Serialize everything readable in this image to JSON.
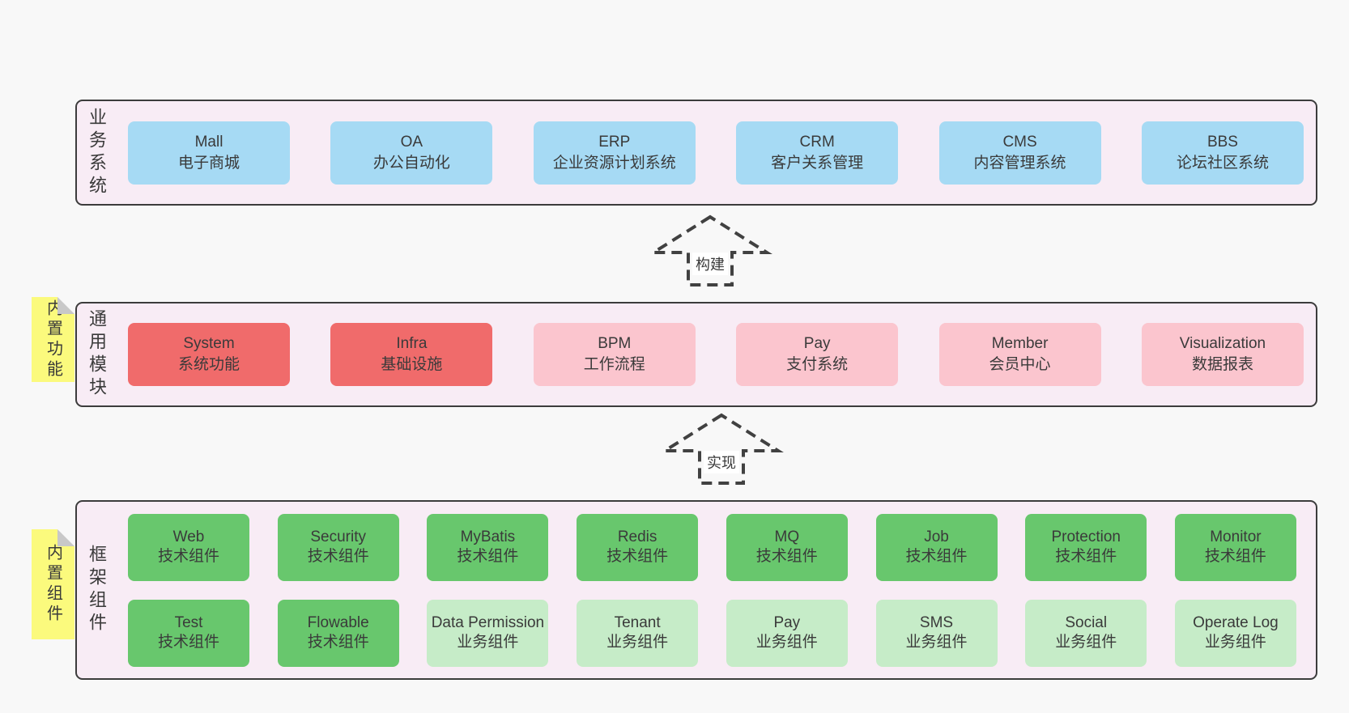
{
  "colors": {
    "page_bg": "#f8f8f8",
    "panel_bg": "#f8ecf5",
    "panel_border": "#3c3c3c",
    "blue": "#a6daf4",
    "red": "#f06b6b",
    "pink": "#fbc5ce",
    "green": "#68c76d",
    "light_green": "#c6ecc8",
    "sticky_yellow": "#fbfa7d",
    "fold_gray": "#c8c8c8",
    "text": "#3a3a3a"
  },
  "sections": {
    "business": {
      "label": "业务系统",
      "boxes": [
        {
          "name": "Mall",
          "desc": "电子商城",
          "variant": "blue"
        },
        {
          "name": "OA",
          "desc": "办公自动化",
          "variant": "blue"
        },
        {
          "name": "ERP",
          "desc": "企业资源计划系统",
          "variant": "blue"
        },
        {
          "name": "CRM",
          "desc": "客户关系管理",
          "variant": "blue"
        },
        {
          "name": "CMS",
          "desc": "内容管理系统",
          "variant": "blue"
        },
        {
          "name": "BBS",
          "desc": "论坛社区系统",
          "variant": "blue"
        }
      ]
    },
    "modules": {
      "label": "通用模块",
      "sticky": "内置功能",
      "boxes": [
        {
          "name": "System",
          "desc": "系统功能",
          "variant": "red"
        },
        {
          "name": "Infra",
          "desc": "基础设施",
          "variant": "red"
        },
        {
          "name": "BPM",
          "desc": "工作流程",
          "variant": "pink"
        },
        {
          "name": "Pay",
          "desc": "支付系统",
          "variant": "pink"
        },
        {
          "name": "Member",
          "desc": "会员中心",
          "variant": "pink"
        },
        {
          "name": "Visualization",
          "desc": "数据报表",
          "variant": "pink"
        }
      ]
    },
    "components": {
      "label": "框架组件",
      "sticky": "内置组件",
      "rows": [
        [
          {
            "name": "Web",
            "desc": "技术组件",
            "variant": "green"
          },
          {
            "name": "Security",
            "desc": "技术组件",
            "variant": "green"
          },
          {
            "name": "MyBatis",
            "desc": "技术组件",
            "variant": "green"
          },
          {
            "name": "Redis",
            "desc": "技术组件",
            "variant": "green"
          },
          {
            "name": "MQ",
            "desc": "技术组件",
            "variant": "green"
          },
          {
            "name": "Job",
            "desc": "技术组件",
            "variant": "green"
          },
          {
            "name": "Protection",
            "desc": "技术组件",
            "variant": "green"
          },
          {
            "name": "Monitor",
            "desc": "技术组件",
            "variant": "green"
          }
        ],
        [
          {
            "name": "Test",
            "desc": "技术组件",
            "variant": "green"
          },
          {
            "name": "Flowable",
            "desc": "技术组件",
            "variant": "green"
          },
          {
            "name": "Data Permission",
            "desc": "业务组件",
            "variant": "light-green"
          },
          {
            "name": "Tenant",
            "desc": "业务组件",
            "variant": "light-green"
          },
          {
            "name": "Pay",
            "desc": "业务组件",
            "variant": "light-green"
          },
          {
            "name": "SMS",
            "desc": "业务组件",
            "variant": "light-green"
          },
          {
            "name": "Social",
            "desc": "业务组件",
            "variant": "light-green"
          },
          {
            "name": "Operate Log",
            "desc": "业务组件",
            "variant": "light-green"
          }
        ]
      ]
    }
  },
  "arrows": [
    {
      "label": "构建"
    },
    {
      "label": "实现"
    }
  ]
}
